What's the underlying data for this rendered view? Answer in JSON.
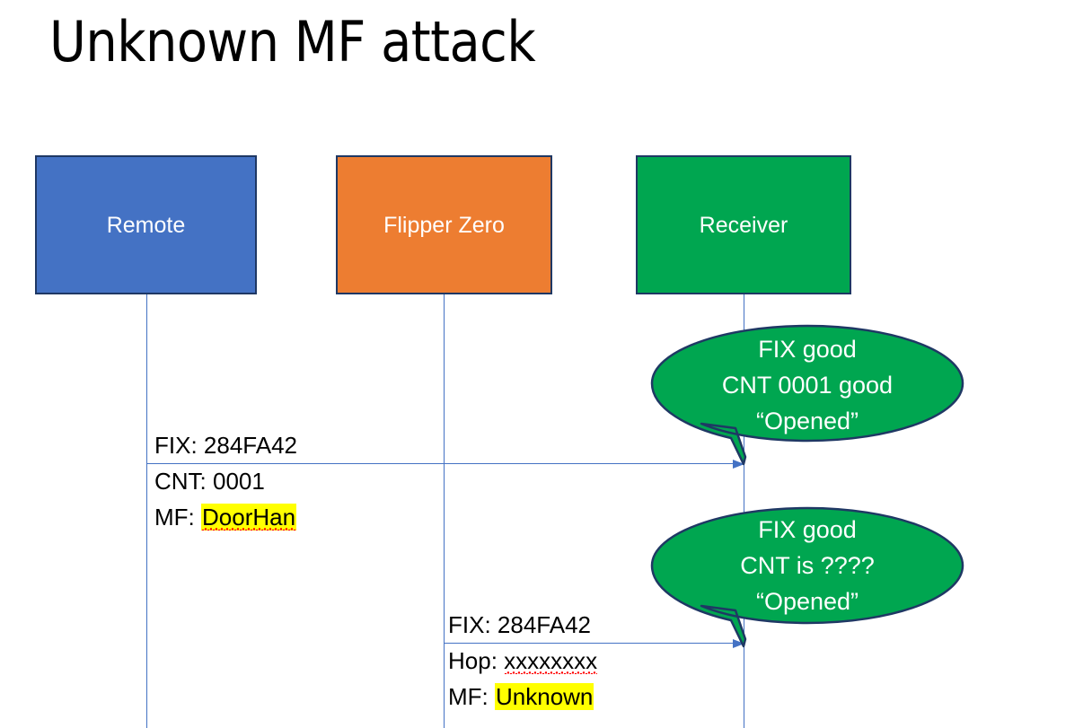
{
  "slide": {
    "title": "Unknown MF attack",
    "background": "#FFFFFF"
  },
  "colors": {
    "remote_fill": "#4472C4",
    "flipper_fill": "#ED7D31",
    "receiver_fill": "#00A650",
    "box_border": "#1F3864",
    "lifeline": "#4472C4",
    "highlight": "#FFFF00",
    "spellcheck_underline": "#FF0000",
    "text_dark": "#000000",
    "text_light": "#FFFFFF"
  },
  "actors": [
    {
      "id": "remote",
      "label": "Remote"
    },
    {
      "id": "flipper",
      "label": "Flipper Zero"
    },
    {
      "id": "receiver",
      "label": "Receiver"
    }
  ],
  "messages": [
    {
      "id": "msg-1",
      "from": "remote",
      "to": "receiver",
      "lines": [
        {
          "text": "FIX: 284FA42"
        },
        {
          "text": "CNT: 0001"
        },
        {
          "prefix": "MF: ",
          "value": "DoorHan",
          "highlighted": true,
          "spellcheck_underline": true
        }
      ]
    },
    {
      "id": "msg-2",
      "from": "flipper",
      "to": "receiver",
      "lines": [
        {
          "text": "FIX: 284FA42"
        },
        {
          "prefix": "Hop: ",
          "value": "xxxxxxxx",
          "highlighted": false,
          "spellcheck_underline": true
        },
        {
          "prefix": "MF: ",
          "value": "Unknown",
          "highlighted": true,
          "spellcheck_underline": false
        }
      ]
    }
  ],
  "bubbles": [
    {
      "id": "bubble-1",
      "owner": "receiver",
      "lines": [
        "FIX good",
        "CNT 0001 good",
        "“Opened”"
      ]
    },
    {
      "id": "bubble-2",
      "owner": "receiver",
      "lines": [
        "FIX good",
        "CNT is ????",
        "“Opened”"
      ]
    }
  ]
}
